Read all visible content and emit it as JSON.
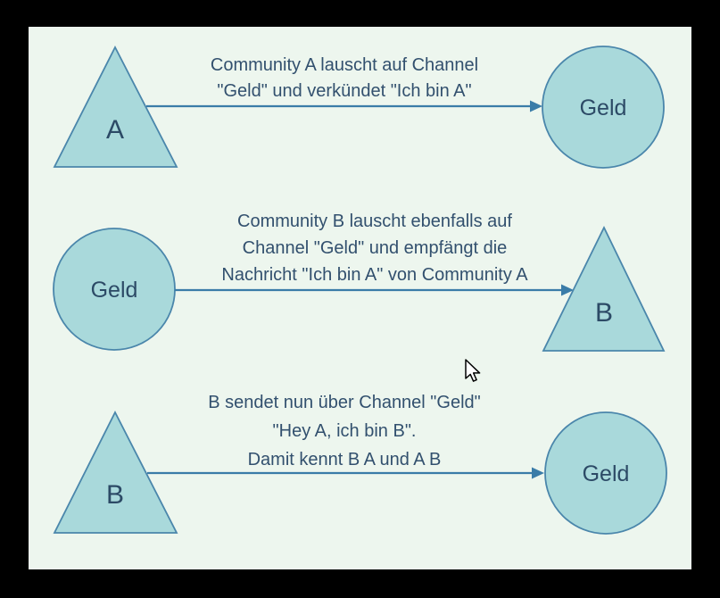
{
  "colors": {
    "frame": "#000000",
    "background": "#edf6ee",
    "shape_fill": "#a9d9db",
    "shape_stroke": "#4a86ab",
    "arrow": "#3a7ca8",
    "label_text": "#2c4a66",
    "annotation_text": "#32506e",
    "cursor_fill": "#ffffff",
    "cursor_outline": "#000000"
  },
  "rows": [
    {
      "left_shape": {
        "type": "triangle",
        "label": "A"
      },
      "right_shape": {
        "type": "circle",
        "label": "Geld"
      },
      "arrow_direction": "left-to-right",
      "annotation": [
        "Community A lauscht auf Channel",
        "\"Geld\" und verkündet \"Ich bin A\""
      ]
    },
    {
      "left_shape": {
        "type": "circle",
        "label": "Geld"
      },
      "right_shape": {
        "type": "triangle",
        "label": "B"
      },
      "arrow_direction": "left-to-right",
      "annotation": [
        "Community B lauscht ebenfalls auf",
        "Channel \"Geld\" und empfängt die",
        "Nachricht \"Ich bin A\" von Community A"
      ]
    },
    {
      "left_shape": {
        "type": "triangle",
        "label": "B"
      },
      "right_shape": {
        "type": "circle",
        "label": "Geld"
      },
      "arrow_direction": "left-to-right",
      "annotation": [
        "B sendet nun über Channel \"Geld\"",
        "\"Hey A, ich bin B\".",
        "Damit kennt B A und A B"
      ]
    }
  ],
  "cursor": {
    "shape": "arrow-pointer"
  }
}
